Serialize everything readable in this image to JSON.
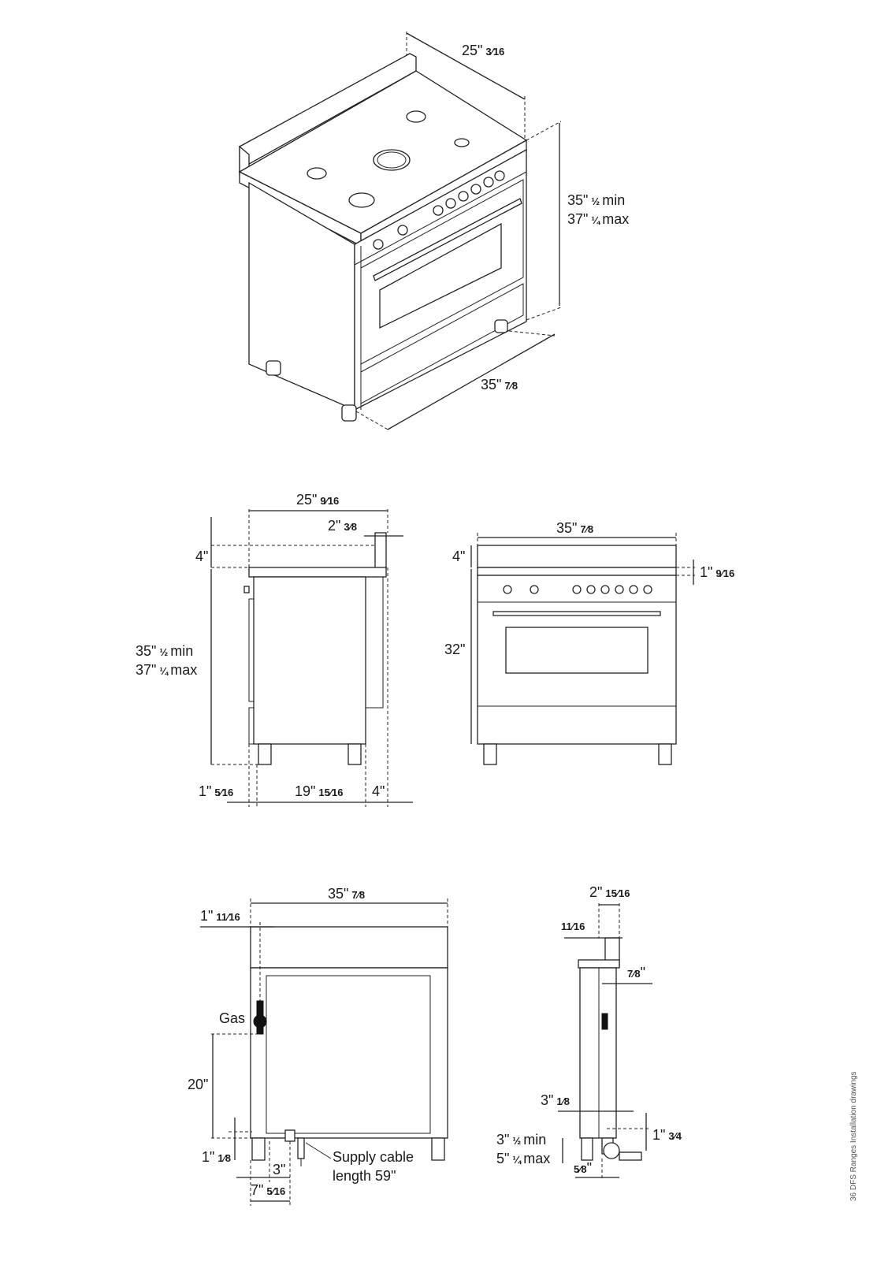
{
  "page_caption": "36 DFS Ranges Installation drawings",
  "isometric_view": {
    "depth": {
      "whole": "25\"",
      "frac": "3⁄16"
    },
    "height_min": {
      "whole": "35\"",
      "frac": "½",
      "suffix": "min"
    },
    "height_max": {
      "whole": "37\"",
      "frac": "¼",
      "suffix": "max"
    },
    "width": {
      "whole": "35\"",
      "frac": "7⁄8"
    }
  },
  "side_view": {
    "depth": {
      "whole": "25\"",
      "frac": "9⁄16"
    },
    "backguard_depth": {
      "whole": "2\"",
      "frac": "3⁄8"
    },
    "backguard_height": {
      "whole": "4\""
    },
    "height_min": {
      "whole": "35\"",
      "frac": "½",
      "suffix": "min"
    },
    "height_max": {
      "whole": "37\"",
      "frac": "¼",
      "suffix": "max"
    },
    "front_offset": {
      "whole": "1\"",
      "frac": "5⁄16"
    },
    "body_depth": {
      "whole": "19\"",
      "frac": "15⁄16"
    },
    "rear_offset": {
      "whole": "4\""
    }
  },
  "front_view": {
    "width": {
      "whole": "35\"",
      "frac": "7⁄8"
    },
    "backguard_height": {
      "whole": "4\""
    },
    "cooktop_thickness": {
      "whole": "1\"",
      "frac": "9⁄16"
    },
    "body_height": {
      "whole": "32\""
    }
  },
  "rear_view": {
    "width": {
      "whole": "35\"",
      "frac": "7⁄8"
    },
    "gas_offset": {
      "whole": "1\"",
      "frac": "11⁄16"
    },
    "gas_label": "Gas",
    "gas_height": {
      "whole": "20\""
    },
    "foot_height": {
      "whole": "1\"",
      "frac": "1⁄8"
    },
    "cable_offset": {
      "whole": "3\""
    },
    "gas_side_offset": {
      "whole": "7\"",
      "frac": "5⁄16"
    },
    "supply_cable_line1": "Supply cable",
    "supply_cable_line2": "length 59\""
  },
  "profile_view": {
    "depth": {
      "whole": "2\"",
      "frac": "15⁄16"
    },
    "top_offset": {
      "frac": "11⁄16"
    },
    "panel_offset": {
      "frac": "7⁄8",
      "suffix": "\""
    },
    "inlet_offset": {
      "whole": "3\"",
      "frac": "1⁄8"
    },
    "foot_min": {
      "whole": "3\"",
      "frac": "½",
      "suffix": "min"
    },
    "foot_max": {
      "whole": "5\"",
      "frac": "¼",
      "suffix": "max"
    },
    "inlet_height": {
      "whole": "1\"",
      "frac": "3⁄4"
    },
    "inlet_depth": {
      "frac": "5⁄8",
      "suffix": "\""
    }
  }
}
